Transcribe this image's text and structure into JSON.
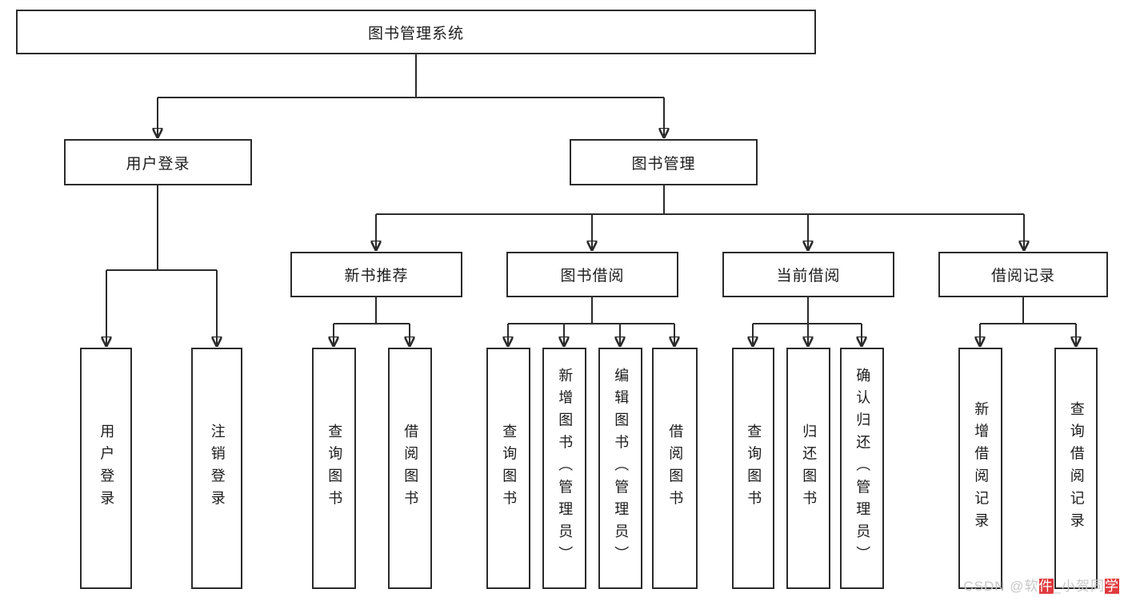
{
  "tree": {
    "root": {
      "label": "图书管理系统"
    },
    "branches": [
      {
        "label": "用户登录",
        "children": [
          {
            "label": "用户登录"
          },
          {
            "label": "注销登录"
          }
        ]
      },
      {
        "label": "图书管理",
        "groups": [
          {
            "label": "新书推荐",
            "children": [
              {
                "label": "查询图书"
              },
              {
                "label": "借阅图书"
              }
            ]
          },
          {
            "label": "图书借阅",
            "children": [
              {
                "label": "查询图书"
              },
              {
                "label": "新增图书（管理员）"
              },
              {
                "label": "编辑图书（管理员）"
              },
              {
                "label": "借阅图书"
              }
            ]
          },
          {
            "label": "当前借阅",
            "children": [
              {
                "label": "查询图书"
              },
              {
                "label": "归还图书"
              },
              {
                "label": "确认归还（管理员）"
              }
            ]
          },
          {
            "label": "借阅记录",
            "children": [
              {
                "label": "新增借阅记录"
              },
              {
                "label": "查询借阅记录"
              }
            ]
          }
        ]
      }
    ]
  },
  "watermark": {
    "parts": [
      {
        "text": "CSDN @软"
      },
      {
        "text": "件"
      },
      {
        "text": "_小贺同"
      },
      {
        "text": "学"
      }
    ]
  },
  "colors": {
    "line": "#2b2b2b",
    "box_border": "#2b2b2b",
    "background": "#ffffff",
    "watermark_text": "#c7c7c7",
    "watermark_highlight": "#e03a3e"
  }
}
